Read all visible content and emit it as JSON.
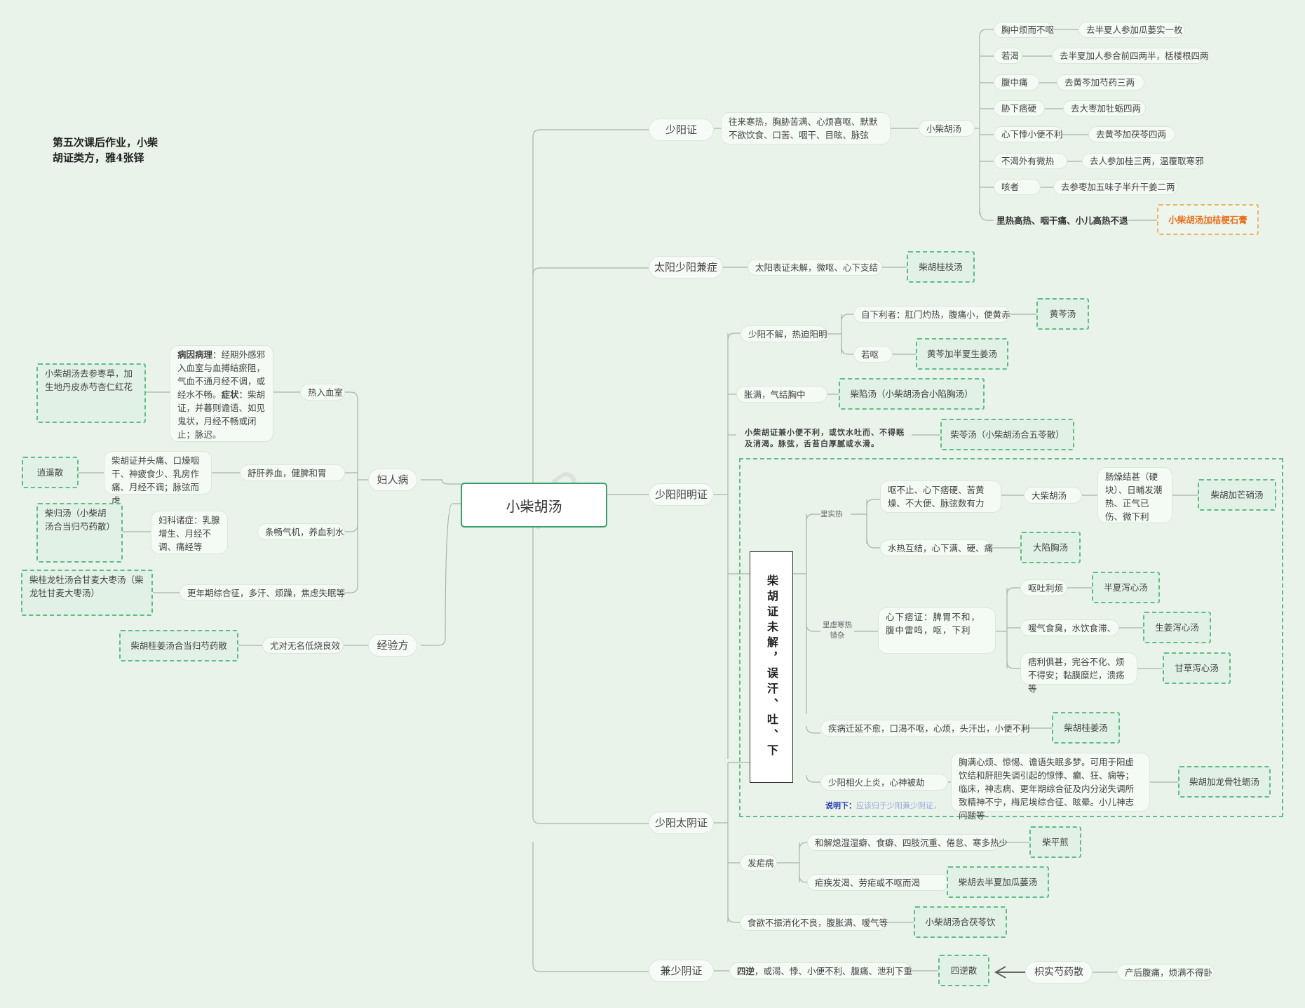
{
  "page": {
    "homework_note": "第五次课后作业，小柴\n胡证类方，雅4张铎",
    "watermark": "WP",
    "root_label": "小柴胡汤",
    "vertical_box_label": "柴胡证未解，误汗、吐、下",
    "bottom_note_prefix": "说明下：",
    "bottom_note_text": "应该归于少阳兼少阴证，"
  },
  "nodes": [
    {
      "id": "shaoyang",
      "text": "少阳证"
    },
    {
      "id": "shaoyang_sx",
      "text": "往来寒热，胸胁苦满、心烦喜呕、默默不欲饮食、口苦、咽干、目眩、脉弦"
    },
    {
      "id": "xchtang",
      "text": "小柴胡汤"
    },
    {
      "id": "m1",
      "text": "胸中烦而不呕"
    },
    {
      "id": "m1r",
      "text": "去半夏人参加瓜蒌实一枚"
    },
    {
      "id": "m2",
      "text": "若渴"
    },
    {
      "id": "m2r",
      "text": "去半夏加人参合前四两半，栝楼根四两"
    },
    {
      "id": "m3",
      "text": "腹中痛"
    },
    {
      "id": "m3r",
      "text": "去黄芩加芍药三两"
    },
    {
      "id": "m4",
      "text": "胁下痞硬"
    },
    {
      "id": "m4r",
      "text": "去大枣加牡蛎四两"
    },
    {
      "id": "m5",
      "text": "心下悸小便不利"
    },
    {
      "id": "m5r",
      "text": "去黄芩加茯苓四两"
    },
    {
      "id": "m6",
      "text": "不渴外有微热"
    },
    {
      "id": "m6r",
      "text": "去人参加桂三两，温覆取寒邪"
    },
    {
      "id": "m7",
      "text": "咳者"
    },
    {
      "id": "m7r",
      "text": "去参枣加五味子半升干姜二两"
    },
    {
      "id": "m8",
      "text": "里热高热、咽干痛、小儿高热不退"
    },
    {
      "id": "m8r",
      "text": "小柴胡汤加桔梗石膏"
    },
    {
      "id": "tysy",
      "text": "太阳少阳兼症"
    },
    {
      "id": "tysy_sx",
      "text": "太阳表证未解，微呕、心下支结"
    },
    {
      "id": "tysy_rx",
      "text": "柴胡桂枝汤"
    },
    {
      "id": "syym",
      "text": "少阳阳明证"
    },
    {
      "id": "syym1",
      "text": "少阳不解，热迫阳明"
    },
    {
      "id": "syym1a",
      "text": "自下利者：肛门灼热，腹痛小，便黄赤"
    },
    {
      "id": "syym1a_rx",
      "text": "黄芩汤"
    },
    {
      "id": "syym1b",
      "text": "若呕"
    },
    {
      "id": "syym1b_rx",
      "text": "黄芩加半夏生姜汤"
    },
    {
      "id": "syym2",
      "text": "胀满，气结胸中"
    },
    {
      "id": "syym2_rx",
      "text": "柴陷汤（小柴胡汤合小陷胸汤）"
    },
    {
      "id": "syym3",
      "text": "小柴胡证兼小便不利，或饮水吐而、不得眠及消渴。脉弦，舌苔白厚腻或水滑。"
    },
    {
      "id": "syym3_rx",
      "text": "柴苓汤（小柴胡汤合五苓散）"
    },
    {
      "id": "lshi",
      "text": "里实热"
    },
    {
      "id": "lshi1",
      "text": "呕不止、心下痞硬、苦黄燥、不大便、脉弦数有力"
    },
    {
      "id": "dchtang",
      "text": "大柴胡汤"
    },
    {
      "id": "dch_sx",
      "text": "肠燥结甚（硬块）、日晡发潮热、正气已伤、微下利"
    },
    {
      "id": "dch_rx",
      "text": "柴胡加芒硝汤"
    },
    {
      "id": "lshi2",
      "text": "水热互结，心下满、硬、痛"
    },
    {
      "id": "lshi2_rx",
      "text": "大陷胸汤"
    },
    {
      "id": "lxu",
      "text": "里虚寒热错杂"
    },
    {
      "id": "lxu1",
      "text": "心下痞证：脾胃不和，腹中雷鸣，呕，下利"
    },
    {
      "id": "lxu1a",
      "text": "呕吐利烦"
    },
    {
      "id": "lxu1a_rx",
      "text": "半夏泻心汤"
    },
    {
      "id": "lxu1b",
      "text": "嗳气食臭，水饮食滞、"
    },
    {
      "id": "lxu1b_rx",
      "text": "生姜泻心汤"
    },
    {
      "id": "lxu1c",
      "text": "痞利俱甚，完谷不化、烦不得安；黏膜糜烂，溃疡等"
    },
    {
      "id": "lxu1c_rx",
      "text": "甘草泻心汤"
    },
    {
      "id": "cb1",
      "text": "疾病迁延不愈，口渴不呕，心烦，头汗出，小便不利"
    },
    {
      "id": "cb1_rx",
      "text": "柴胡桂姜汤"
    },
    {
      "id": "cb2",
      "text": "少阳相火上炎，心神被劫"
    },
    {
      "id": "cb2_sx",
      "text": "胸满心烦、惊惕、谵语失眠多梦。可用于阳虚饮结和肝胆失调引起的惊悸、癫、狂、痫等；临床，神志病、更年期综合征及内分泌失调所致精神不宁，梅尼埃综合征、眩晕。小儿神志问题等"
    },
    {
      "id": "cb2_rx",
      "text": "柴胡加龙骨牡蛎汤"
    },
    {
      "id": "syty",
      "text": "少阳太阴证"
    },
    {
      "id": "fnb",
      "text": "发疟病"
    },
    {
      "id": "fnb1",
      "text": "和解熄湿湿癖、食癖、四肢沉重、倦怠、寒多热少"
    },
    {
      "id": "fnb1_rx",
      "text": "柴平煎"
    },
    {
      "id": "fnb2",
      "text": "疟疾发渴、劳疟或不呕而渴"
    },
    {
      "id": "fnb2_rx",
      "text": "柴胡去半夏加瓜蒌汤"
    },
    {
      "id": "syty2",
      "text": "食欲不振消化不良，腹胀满、嗳气等"
    },
    {
      "id": "syty2_rx",
      "text": "小柴胡汤合茯苓饮"
    },
    {
      "id": "jsy",
      "text": "兼少阴证"
    },
    {
      "id": "jsy_sx_b",
      "text": "四逆"
    },
    {
      "id": "jsy_sx",
      "text": "，或渴、悸、小便不利、腹痛、泄利下重"
    },
    {
      "id": "jsy_rx",
      "text": "四逆散"
    },
    {
      "id": "zsy",
      "text": "枳实芍药散"
    },
    {
      "id": "zsy_sx",
      "text": "产后腹痛，烦满不得卧"
    },
    {
      "id": "frb",
      "text": "妇人病"
    },
    {
      "id": "rrxs",
      "text": "热入血室"
    },
    {
      "id": "rrxs_sx_h1",
      "text": "病因病理"
    },
    {
      "id": "rrxs_sx_t1",
      "text": "：经期外感邪入血室与血搏结瘀阻，气血不通月经不调，或经水不畅。"
    },
    {
      "id": "rrxs_sx_h2",
      "text": "症状"
    },
    {
      "id": "rrxs_sx_t2",
      "text": "：柴胡证，并暮则谵语、如见鬼状，月经不畅或闭止；脉迟。"
    },
    {
      "id": "rrxs_rx",
      "text": "小柴胡汤去参枣草，加生地丹皮赤芍杏仁红花"
    },
    {
      "id": "sgyx",
      "text": "舒肝养血，健脾和胃"
    },
    {
      "id": "sgyx_sx",
      "text": "柴胡证并头痛、口燥咽干、神疲食少、乳房作痛、月经不调；脉弦而虚"
    },
    {
      "id": "sgyx_rx",
      "text": "逍遥散"
    },
    {
      "id": "tqqj",
      "text": "条畅气机，养血利水"
    },
    {
      "id": "tqqj_sx",
      "text": "妇科诸症：乳腺增生、月经不调、痛经等"
    },
    {
      "id": "tqqj_rx",
      "text": "柴归汤（小柴胡汤合当归芍药散）"
    },
    {
      "id": "gnq",
      "text": "更年期综合征，多汗、烦躁，焦虑失眠等"
    },
    {
      "id": "gnq_rx",
      "text": "柴桂龙牡汤合甘麦大枣汤（柴龙牡甘麦大枣汤）"
    },
    {
      "id": "jyf",
      "text": "经验方"
    },
    {
      "id": "jyf_sx",
      "text": "尤对无名低烧良效"
    },
    {
      "id": "jyf_rx",
      "text": "柴胡桂姜汤合当归芍药散"
    }
  ]
}
